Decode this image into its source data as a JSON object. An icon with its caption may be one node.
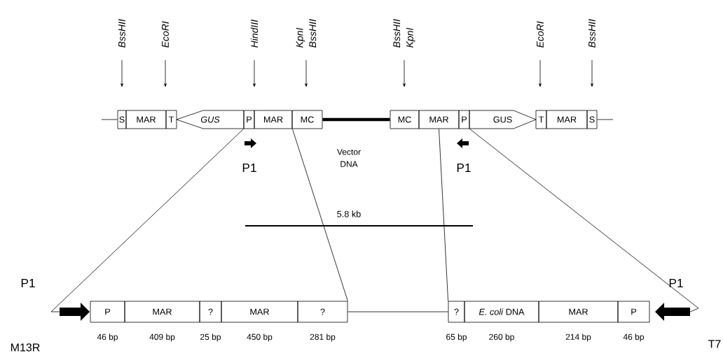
{
  "diagram": {
    "nodes": [
      {
        "text": [
          "S"
        ]
      },
      {
        "text": [
          "MAR"
        ]
      },
      {
        "text": [
          "T"
        ]
      },
      {
        "text": [
          "GUS"
        ]
      },
      {
        "text": [
          "P"
        ]
      },
      {
        "text": [
          "MAR"
        ]
      },
      {
        "text": [
          "MC"
        ]
      },
      {
        "text": [
          "MC"
        ]
      },
      {
        "text": [
          "MAR"
        ]
      },
      {
        "text": [
          "P"
        ]
      },
      {
        "text": [
          "GUS"
        ]
      },
      {
        "text": [
          "T"
        ]
      },
      {
        "text": [
          "MAR"
        ]
      },
      {
        "text": [
          "S"
        ]
      },
      {
        "text": [
          "P"
        ],
        "beside": [
          "46 bp"
        ]
      },
      {
        "text": [
          "MAR"
        ],
        "beside": [
          "409 bp"
        ]
      },
      {
        "text": [
          "?"
        ],
        "beside": [
          "25 bp"
        ]
      },
      {
        "text": [
          "MAR"
        ],
        "beside": [
          "450 bp"
        ]
      },
      {
        "text": [
          "?"
        ],
        "beside": [
          "281 bp"
        ]
      },
      {
        "text": [
          "?"
        ],
        "beside": [
          "65 bp"
        ]
      },
      {
        "text": [
          "*E. coli* DNA"
        ],
        "beside": [
          "260 bp"
        ]
      },
      {
        "text": [
          "MAR"
        ],
        "beside": [
          "214 bp"
        ]
      },
      {
        "text": [
          "P"
        ],
        "beside": [
          "46 bp"
        ]
      },
      {
        "text": [],
        "shape": "arrow"
      },
      {
        "text": [],
        "shape": "arrow"
      },
      {
        "text": [
          "BssHII"
        ]
      },
      {
        "text": [
          "EcoRI"
        ]
      },
      {
        "text": [
          "HindIII"
        ]
      },
      {
        "text": [
          "KpnI",
          "BssHII"
        ]
      },
      {
        "text": [
          "BssHII",
          "KpnI"
        ]
      },
      {
        "text": [
          "EcoRI"
        ]
      },
      {
        "text": [
          "BssHII"
        ]
      }
    ],
    "edges": [
      {
        "from": null,
        "to": 0,
        "arrow": "none"
      },
      {
        "from": 6,
        "to": 7,
        "arrow": "none",
        "style": "thick",
        "label": "Vector DNA"
      },
      {
        "from": 13,
        "to": null,
        "arrow": "none"
      },
      {
        "from": 4,
        "to": 23,
        "arrow": "none"
      },
      {
        "from": 5,
        "to": 18,
        "arrow": "none"
      },
      {
        "from": 18,
        "to": 19,
        "arrow": "none"
      },
      {
        "from": 8,
        "to": 19,
        "arrow": "none"
      },
      {
        "from": 9,
        "to": 24,
        "arrow": "none"
      },
      {
        "from": 25,
        "to": null,
        "arrow": "to"
      },
      {
        "from": 26,
        "to": null,
        "arrow": "to"
      },
      {
        "from": 27,
        "to": null,
        "arrow": "to"
      },
      {
        "from": 28,
        "to": null,
        "arrow": "to"
      },
      {
        "from": 29,
        "to": null,
        "arrow": "to"
      },
      {
        "from": 30,
        "to": null,
        "arrow": "to"
      },
      {
        "from": 31,
        "to": null,
        "arrow": "to"
      }
    ],
    "labels": [
      "P1",
      "P1",
      "5.8 kb",
      "P1",
      "P1",
      "M13R",
      "T7"
    ]
  }
}
